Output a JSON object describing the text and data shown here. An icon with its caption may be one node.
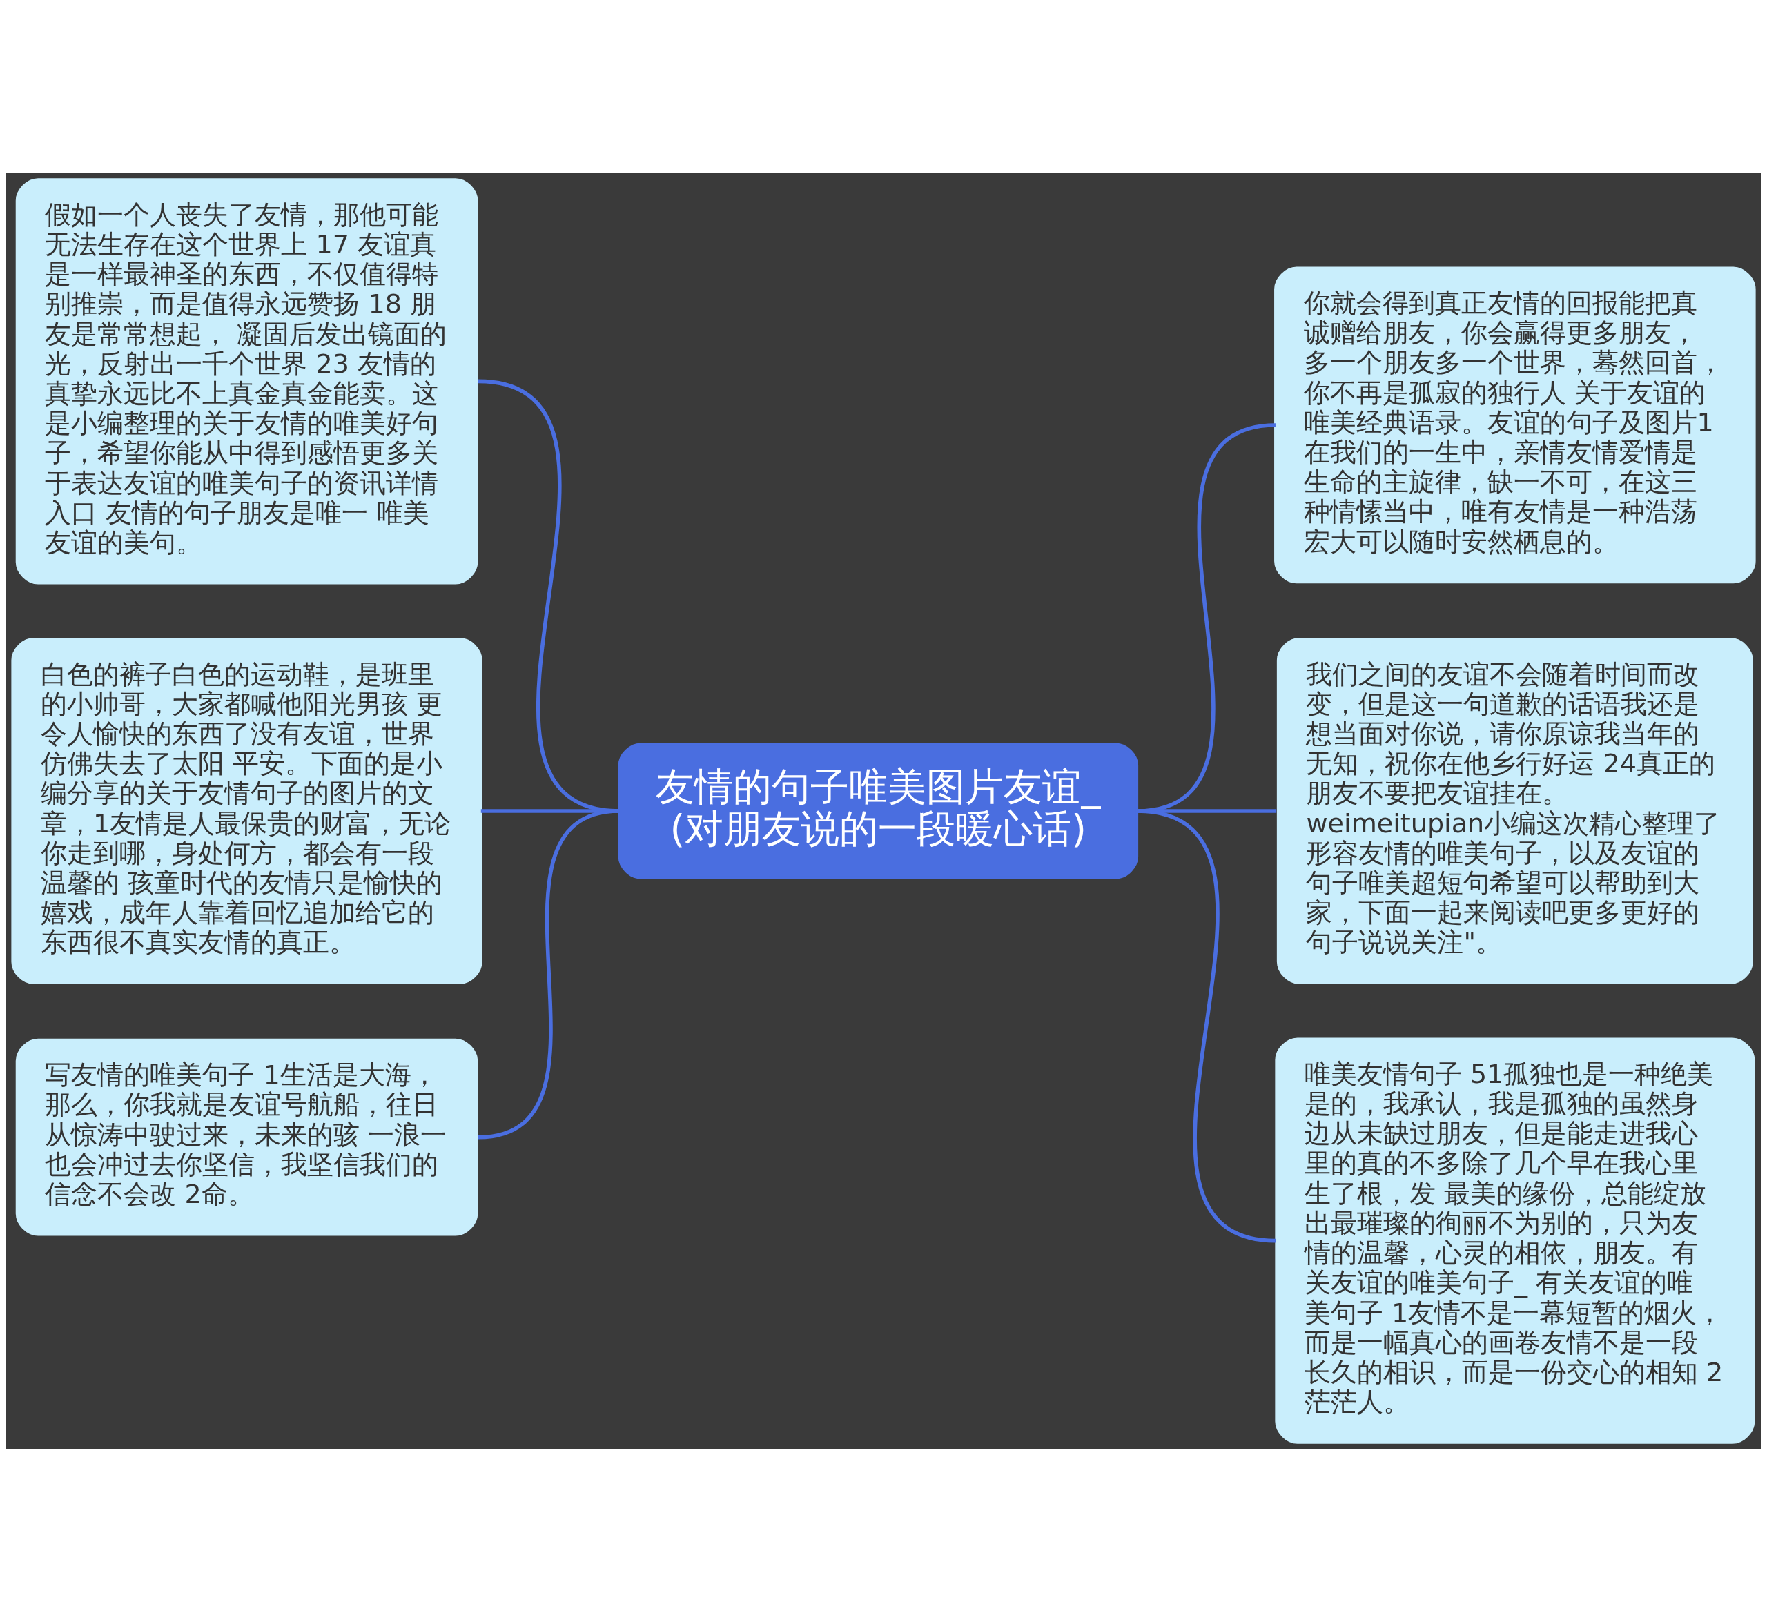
{
  "diagram": {
    "nodes": [
      {
        "text": [
          "友情的句子唯美图片友谊_(对朋友说的一段暖心话)"
        ]
      },
      {
        "text": [
          "假如一个人丧失了友情，那他可能无法生存在这个世界上 17 友谊真是一样最神圣的东西，不仅值得特别推崇，而是值得永远赞扬 18 朋友是常常想起， 凝固后发出镜面的光，反射出一千个世界 23 友情的真挚永远比不上真金真金能卖。这是小编整理的关于友情的唯美好句子，希望你能从中得到感悟更多关于表达友谊的唯美句子的资讯详情入口 友情的句子朋友是唯一 唯美友谊的美句。"
        ]
      },
      {
        "text": [
          "白色的裤子白色的运动鞋，是班里的小帅哥，大家都喊他阳光男孩 更令人愉快的东西了没有友谊，世界仿佛失去了太阳 平安。下面的是小编分享的关于友情句子的图片的文章，1友情是人最保贵的财富，无论你走到哪，身处何方，都会有一段温馨的 孩童时代的友情只是愉快的嬉戏，成年人靠着回忆追加给它的东西很不真实友情的真正。"
        ]
      },
      {
        "text": [
          "写友情的唯美句子 1生活是大海，那么，你我就是友谊号航船，往日从惊涛中驶过来，未来的骇 一浪一也会冲过去你坚信，我坚信我们的信念不会改 2命。"
        ]
      },
      {
        "text": [
          "你就会得到真正友情的回报能把真诚赠给朋友，你会赢得更多朋友，多一个朋友多一个世界，蓦然回首，你不再是孤寂的独行人 关于友谊的唯美经典语录。友谊的句子及图片1在我们的一生中，亲情友情爱情是生命的主旋律，缺一不可，在这三种情愫当中，唯有友情是一种浩荡宏大可以随时安然栖息的。"
        ]
      },
      {
        "text": [
          "我们之间的友谊不会随着时间而改变，但是这一句道歉的话语我还是想当面对你说，请你原谅我当年的无知，祝你在他乡行好运 24真正的朋友不要把友谊挂在。weimeitupian小编这次精心整理了形容友情的唯美句子，以及友谊的句子唯美超短句希望可以帮助到大家，下面一起来阅读吧更多更好的句子说说关注\"。"
        ]
      },
      {
        "text": [
          "唯美友情句子 51孤独也是一种绝美是的，我承认，我是孤独的虽然身边从未缺过朋友，但是能走进我心里的真的不多除了几个早在我心里生了根，发 最美的缘份，总能绽放出最璀璨的徇丽不为别的，只为友情的温馨，心灵的相依，朋友。有关友谊的唯美句子_ 有关友谊的唯美句子 1友情不是一幕短暂的烟火，而是一幅真心的画卷友情不是一段长久的相识，而是一份交心的相知 2茫茫人。"
        ]
      }
    ],
    "edges": [
      {
        "from": 1,
        "to": 0,
        "arrow": "none"
      },
      {
        "from": 2,
        "to": 0,
        "arrow": "none"
      },
      {
        "from": 3,
        "to": 0,
        "arrow": "none"
      },
      {
        "from": 0,
        "to": 4,
        "arrow": "none"
      },
      {
        "from": 0,
        "to": 5,
        "arrow": "none"
      },
      {
        "from": 0,
        "to": 6,
        "arrow": "none"
      }
    ]
  }
}
